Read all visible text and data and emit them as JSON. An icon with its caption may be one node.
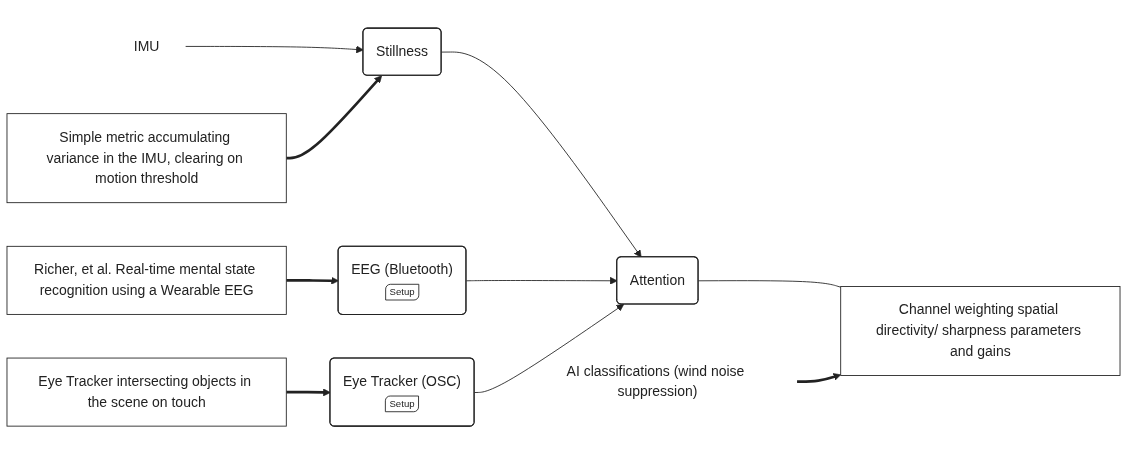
{
  "diagram": {
    "nodes": [
      {
        "text": [
          "AI classifications (wind noise suppression)"
        ]
      },
      {
        "text": [
          "IMU"
        ]
      },
      {
        "text": [
          "Simple metric accumulating variance in the IMU, clearing on motion threshold"
        ]
      },
      {
        "text": [
          "Stillness"
        ]
      },
      {
        "text": [
          "Richer, et al. Real-time mental state recognition using a Wearable EEG"
        ]
      },
      {
        "text": [
          "EEG (Bluetooth)",
          "Setup"
        ]
      },
      {
        "text": [
          "Attention"
        ]
      },
      {
        "text": [
          "Channel weighting spatial directivity/ sharpness parameters and gains"
        ]
      },
      {
        "text": [
          "Eye Tracker intersecting objects in the scene on touch"
        ]
      },
      {
        "text": [
          "Eye Tracker (OSC)",
          "Setup"
        ]
      }
    ],
    "edges": [
      {
        "from": 1,
        "to": 3,
        "arrow": "to"
      },
      {
        "from": 2,
        "to": 3,
        "arrow": "to",
        "style": "thick"
      },
      {
        "from": 4,
        "to": 5,
        "arrow": "to",
        "style": "thick"
      },
      {
        "from": 8,
        "to": 9,
        "arrow": "to",
        "style": "thick"
      },
      {
        "from": 3,
        "to": 6,
        "arrow": "to"
      },
      {
        "from": 5,
        "to": 6,
        "arrow": "to"
      },
      {
        "from": 9,
        "to": 6,
        "arrow": "to"
      },
      {
        "from": 6,
        "to": 7,
        "arrow": "none"
      },
      {
        "from": 0,
        "to": 7,
        "arrow": "to",
        "style": "thick"
      }
    ]
  }
}
